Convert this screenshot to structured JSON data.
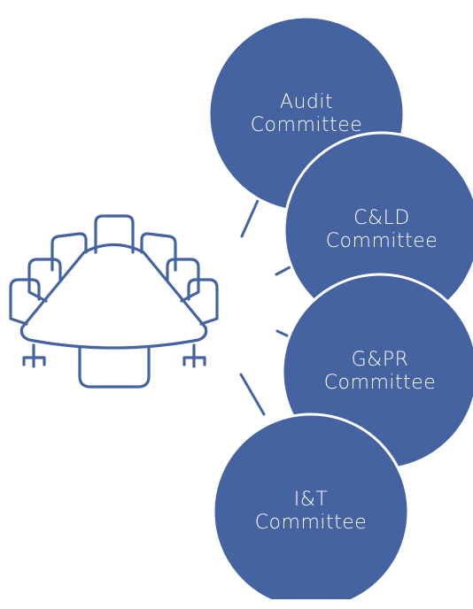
{
  "colors": {
    "circle_fill": "#4563a0",
    "circle_stroke": "#ffffff",
    "icon_stroke": "#4563a0",
    "connector": "#4563a0",
    "label": "#ffffff"
  },
  "icon": "conference-table-icon",
  "committees": [
    {
      "name": "Audit\nCommittee"
    },
    {
      "name": "C&LD\nCommittee"
    },
    {
      "name": "G&PR\nCommittee"
    },
    {
      "name": "I&T\nCommittee"
    }
  ]
}
